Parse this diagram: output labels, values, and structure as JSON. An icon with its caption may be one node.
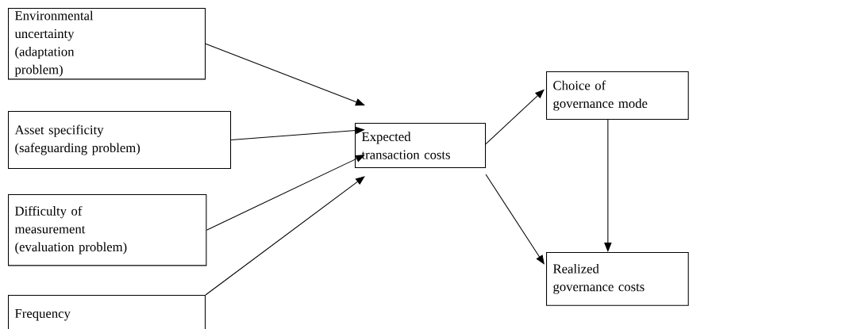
{
  "diagram": {
    "nodes": [
      {
        "text": [
          "Environmental uncertainty (adaptation problem)"
        ]
      },
      {
        "text": [
          "Asset specificity (safeguarding problem)"
        ]
      },
      {
        "text": [
          "Difficulty of measurement (evaluation problem)"
        ]
      },
      {
        "text": [
          "Frequency"
        ]
      },
      {
        "text": [
          "Expected transaction costs"
        ]
      },
      {
        "text": [
          "Choice of governance mode"
        ]
      },
      {
        "text": [
          "Realized governance costs"
        ]
      }
    ],
    "edges": [
      {
        "from": 0,
        "to": 4,
        "arrow": "to"
      },
      {
        "from": 1,
        "to": 4,
        "arrow": "to"
      },
      {
        "from": 2,
        "to": 4,
        "arrow": "to"
      },
      {
        "from": 3,
        "to": 4,
        "arrow": "to"
      },
      {
        "from": 4,
        "to": 5,
        "arrow": "to"
      },
      {
        "from": 4,
        "to": 6,
        "arrow": "to"
      },
      {
        "from": 5,
        "to": 6,
        "arrow": "to"
      }
    ]
  }
}
